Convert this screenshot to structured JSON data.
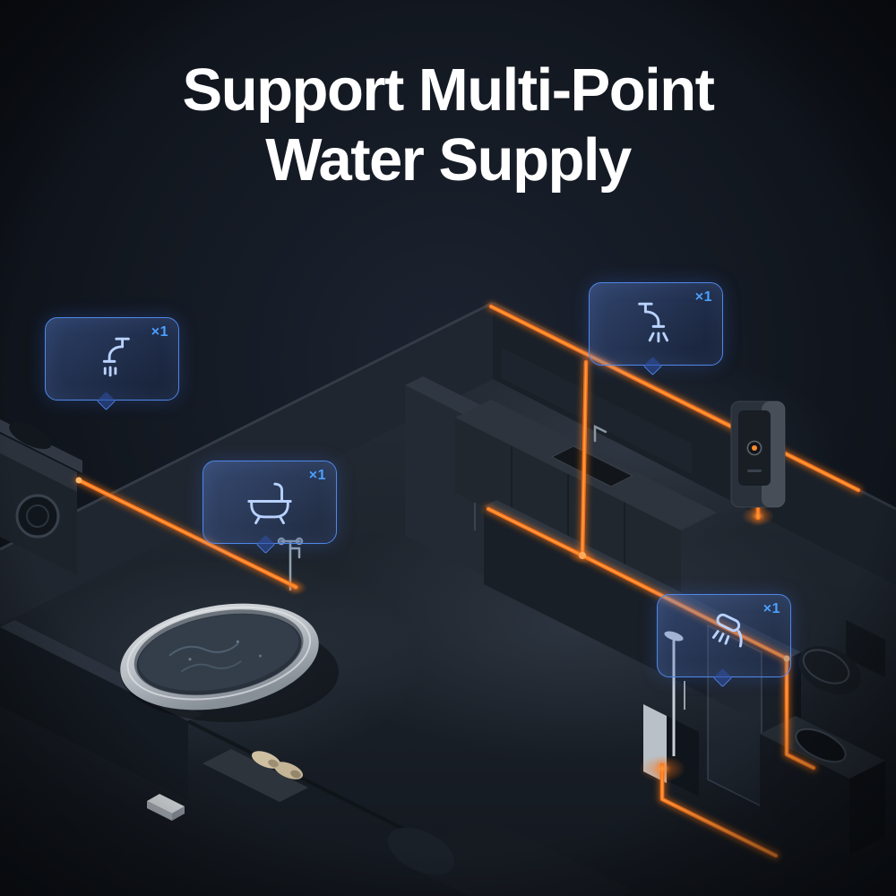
{
  "title": {
    "line1": "Support Multi-Point",
    "line2": "Water Supply"
  },
  "callouts": [
    {
      "name": "basin-faucet",
      "icon": "faucet-icon",
      "count": "×1"
    },
    {
      "name": "kitchen-faucet",
      "icon": "faucet-spray-icon",
      "count": "×1"
    },
    {
      "name": "bathtub",
      "icon": "bathtub-icon",
      "count": "×1"
    },
    {
      "name": "shower",
      "icon": "shower-icon",
      "count": "×1"
    }
  ],
  "colors": {
    "background": "#0b0f15",
    "pipe": "#f97316",
    "pipe_core": "#ffa24a",
    "callout_border": "#4f87e8",
    "callout_fill_top": "rgba(88,130,220,0.38)",
    "callout_fill_bottom": "rgba(30,55,120,0.20)",
    "icon_stroke": "#b9d2ff",
    "count_color": "#4aa0ff",
    "title_color": "#ffffff"
  }
}
